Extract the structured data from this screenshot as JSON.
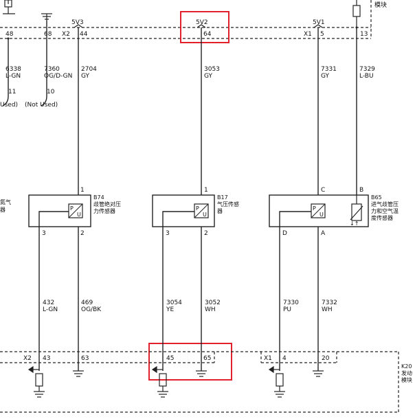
{
  "colors": {
    "wire": "#222222",
    "highlight": "#e0202a",
    "background": "#ffffff"
  },
  "top_module": {
    "label_partial": "模块",
    "connectors": [
      {
        "name": "X2",
        "pins": [
          "48",
          "68",
          "44"
        ]
      },
      {
        "name": "",
        "pins": [
          "64"
        ]
      },
      {
        "name": "X1",
        "pins": [
          "5",
          "13"
        ]
      }
    ],
    "supply_labels": [
      "5V3",
      "5V2",
      "5V1"
    ]
  },
  "wires": [
    {
      "circuit": "6338",
      "color": "L-GN"
    },
    {
      "circuit": "7360",
      "color": "OG/D-GN"
    },
    {
      "circuit": "2704",
      "color": "GY"
    },
    {
      "circuit": "3053",
      "color": "GY"
    },
    {
      "circuit": "7331",
      "color": "GY"
    },
    {
      "circuit": "7329",
      "color": "L-BU"
    },
    {
      "circuit": "432",
      "color": "L-GN"
    },
    {
      "circuit": "469",
      "color": "OG/BK"
    },
    {
      "circuit": "3054",
      "color": "YE"
    },
    {
      "circuit": "3052",
      "color": "WH"
    },
    {
      "circuit": "7330",
      "color": "PU"
    },
    {
      "circuit": "7332",
      "color": "WH"
    }
  ],
  "unused_terminals": [
    {
      "pin": "11",
      "note": "Used)"
    },
    {
      "pin": "10",
      "note": "(Not Used)"
    }
  ],
  "sensors": [
    {
      "id": "B74",
      "name_lines": [
        "歧管绝对压",
        "力传感器"
      ],
      "pins": [
        "1",
        "3",
        "2"
      ]
    },
    {
      "id": "B17",
      "name_lines": [
        "气压传感",
        "器"
      ],
      "pins": [
        "1",
        "3",
        "2"
      ]
    },
    {
      "id": "B65",
      "name_lines": [
        "进气歧管压",
        "力和空气温",
        "度传感器"
      ],
      "pins": [
        "C",
        "B",
        "D",
        "A"
      ]
    }
  ],
  "left_partial_label": [
    "氮气",
    "器"
  ],
  "bottom_module": {
    "id": "K20",
    "name_lines": [
      "发动",
      "模块"
    ],
    "connectors": [
      {
        "name": "X2",
        "pins": [
          "43",
          "63",
          "45",
          "65"
        ]
      },
      {
        "name": "X1",
        "pins": [
          "4",
          "20"
        ]
      }
    ]
  },
  "sensor_symbols": {
    "pressure": "P/U",
    "temperature_arrows": "↓↑"
  }
}
